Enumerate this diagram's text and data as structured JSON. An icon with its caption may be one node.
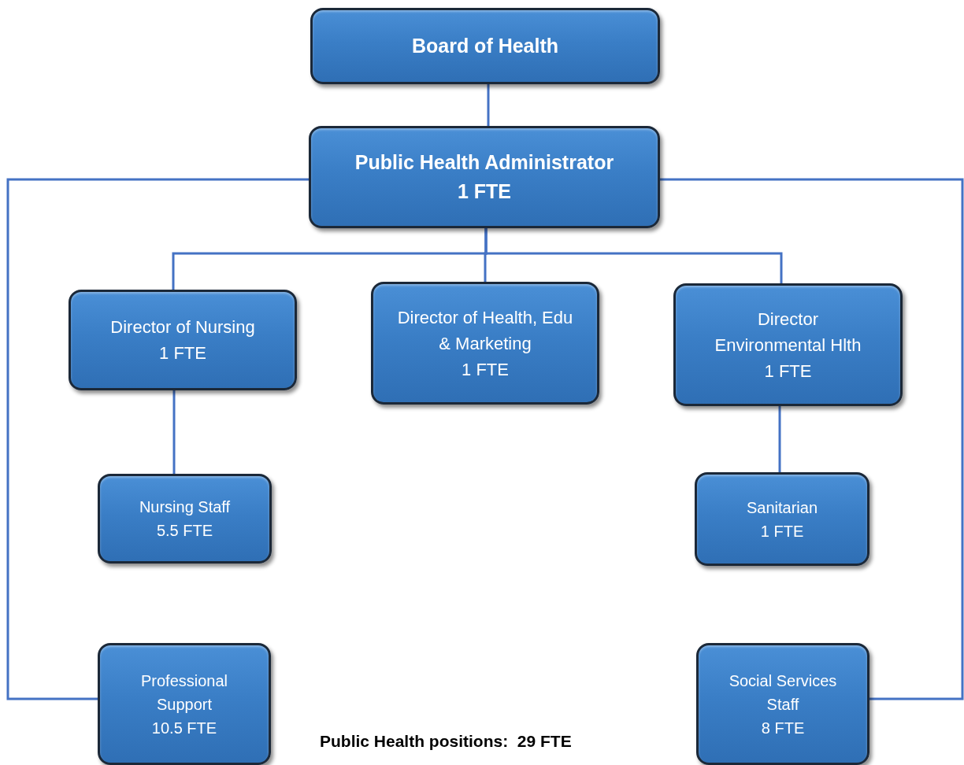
{
  "diagram": {
    "nodes": [
      {
        "text": [
          "Board of Health"
        ]
      },
      {
        "text": [
          "Public Health Administrator",
          "1 FTE"
        ]
      },
      {
        "text": [
          "Director of Nursing",
          "1 FTE"
        ]
      },
      {
        "text": [
          "Director of Health, Edu & Marketing",
          "1 FTE"
        ]
      },
      {
        "text": [
          "Director Environmental Hlth",
          "1 FTE"
        ]
      },
      {
        "text": [
          "Nursing Staff",
          "5.5 FTE"
        ]
      },
      {
        "text": [
          "Sanitarian",
          "1 FTE"
        ]
      },
      {
        "text": [
          "Professional Support",
          "10.5 FTE"
        ]
      },
      {
        "text": [
          "Social Services Staff",
          "8 FTE"
        ]
      }
    ],
    "edges": [
      {
        "from": 0,
        "to": 1,
        "arrow": "none"
      },
      {
        "from": 1,
        "to": 2,
        "arrow": "none"
      },
      {
        "from": 1,
        "to": 3,
        "arrow": "none"
      },
      {
        "from": 1,
        "to": 4,
        "arrow": "none"
      },
      {
        "from": 2,
        "to": 5,
        "arrow": "none"
      },
      {
        "from": 4,
        "to": 6,
        "arrow": "none"
      },
      {
        "from": 1,
        "to": 7,
        "arrow": "none"
      },
      {
        "from": 1,
        "to": 8,
        "arrow": "none"
      }
    ],
    "labels": [
      "Public Health positions:  29 FTE"
    ]
  }
}
